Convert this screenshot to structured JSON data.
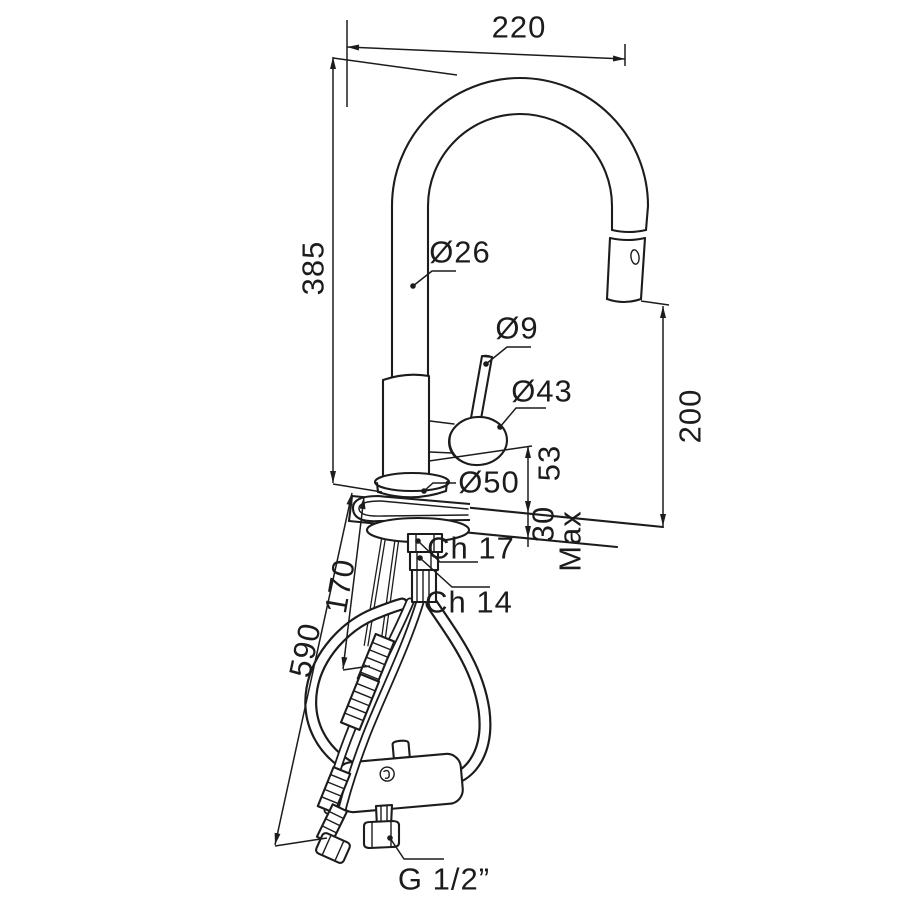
{
  "drawing": {
    "colors": {
      "line": "#1c1c1c",
      "background": "#ffffff"
    },
    "dims": {
      "spout_reach": "220",
      "spout_height": "385",
      "head_to_deck": "200",
      "body_to_deck": "53",
      "deck_thickness": "30",
      "deck_thickness_note": "Max",
      "shank_depth": "170",
      "hose_drop": "590"
    },
    "callouts": {
      "spout_diameter": "Ø26",
      "lever_diameter": "Ø9",
      "handle_diameter": "Ø43",
      "base_diameter": "Ø50",
      "wrench_upper": "Ch 17",
      "wrench_lower": "Ch 14",
      "thread": "G 1/2”"
    }
  }
}
